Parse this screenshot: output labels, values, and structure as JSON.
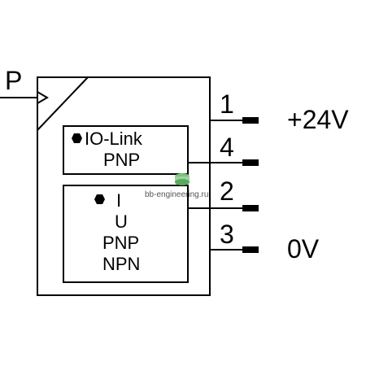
{
  "pressure_port": "P",
  "block_upper": {
    "line1": "IO-Link",
    "line2": "PNP"
  },
  "block_lower": {
    "line1": "I",
    "line2": "U",
    "line3": "PNP",
    "line4": "NPN"
  },
  "pins": {
    "p1": "1",
    "p4": "4",
    "p2": "2",
    "p3": "3"
  },
  "supply": {
    "plus": "+24V",
    "zero": "0V"
  },
  "watermark": "bb-engineering.ru"
}
